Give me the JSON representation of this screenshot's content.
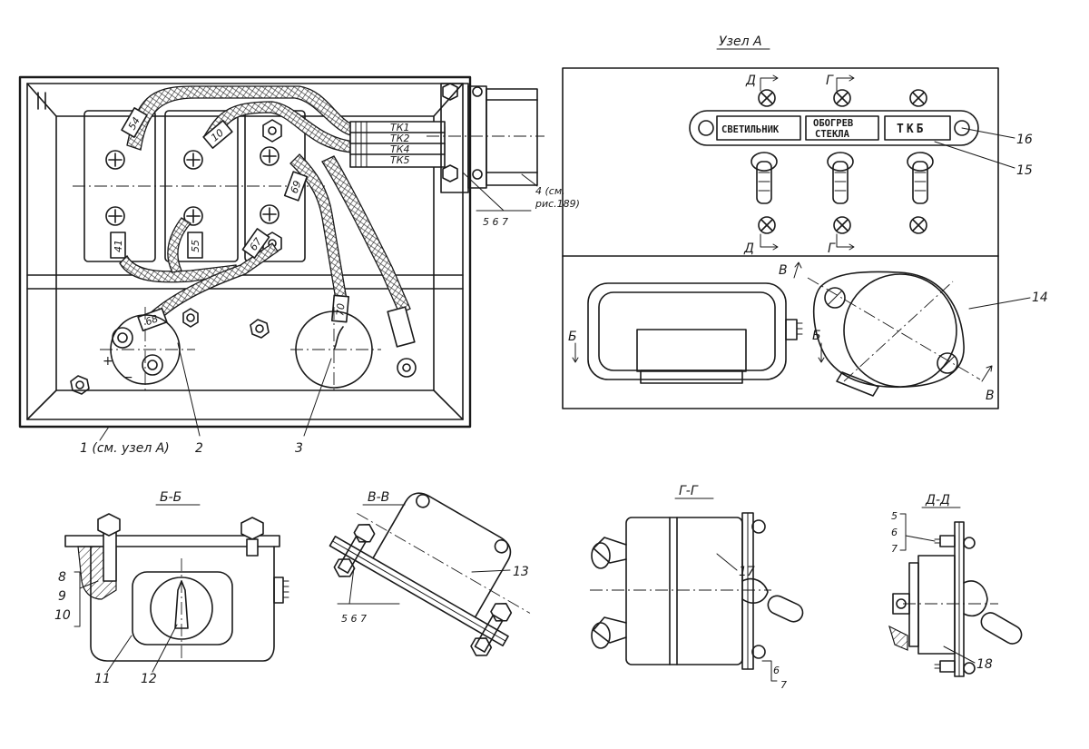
{
  "title": "Узел А",
  "panel_labels": {
    "switch1": "СВЕТИЛЬНИК",
    "switch2_line1": "ОБОГРЕВ",
    "switch2_line2": "СТЕКЛА",
    "switch3": "ТКБ"
  },
  "section_marks": {
    "d": "Д",
    "g": "Г",
    "b": "Б",
    "v": "В"
  },
  "section_titles": {
    "bb": "Б-Б",
    "vv": "В-В",
    "gg": "Г-Г",
    "dd": "Д-Д"
  },
  "wire_tags": [
    "54",
    "10",
    "69",
    "41",
    "55",
    "67",
    "68",
    "70"
  ],
  "harness_tags": [
    "ТК1",
    "ТК2",
    "ТК4",
    "ТК5"
  ],
  "polarity": {
    "plus": "+",
    "minus": "−"
  },
  "callouts": {
    "c1": "1 (см. узел А)",
    "c2": "2",
    "c3": "3",
    "c4_line1": "4 (см.",
    "c4_line2": "рис.189)",
    "c567": "5  6  7",
    "c8": "8",
    "c9": "9",
    "c10": "10",
    "c11": "11",
    "c12": "12",
    "c13": "13",
    "c14": "14",
    "c15": "15",
    "c16": "16",
    "c17": "17",
    "c18": "18",
    "c5": "5",
    "c6": "6",
    "c7": "7"
  }
}
